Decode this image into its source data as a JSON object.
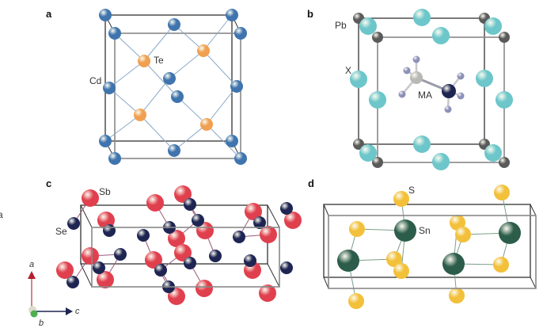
{
  "edge_fragment": "a",
  "panels": {
    "a": {
      "letter": "a",
      "atoms": [
        {
          "label": "Te",
          "color": "#f0a050"
        },
        {
          "label": "Cd",
          "color": "#3f74ae"
        }
      ]
    },
    "b": {
      "letter": "b",
      "atoms": [
        {
          "label": "Pb",
          "color": "#5a5a5a"
        },
        {
          "label": "X",
          "color": "#6cc6ca"
        },
        {
          "label": "MA",
          "color": "#1e2552"
        }
      ]
    },
    "c": {
      "letter": "c",
      "atoms": [
        {
          "label": "Sb",
          "color": "#e0404e"
        },
        {
          "label": "Se",
          "color": "#1e2552"
        }
      ],
      "axes": {
        "a": "a",
        "b": "b",
        "c": "c"
      }
    },
    "d": {
      "letter": "d",
      "atoms": [
        {
          "label": "S",
          "color": "#f3c03a"
        },
        {
          "label": "Sn",
          "color": "#2c5c4a"
        }
      ]
    }
  }
}
